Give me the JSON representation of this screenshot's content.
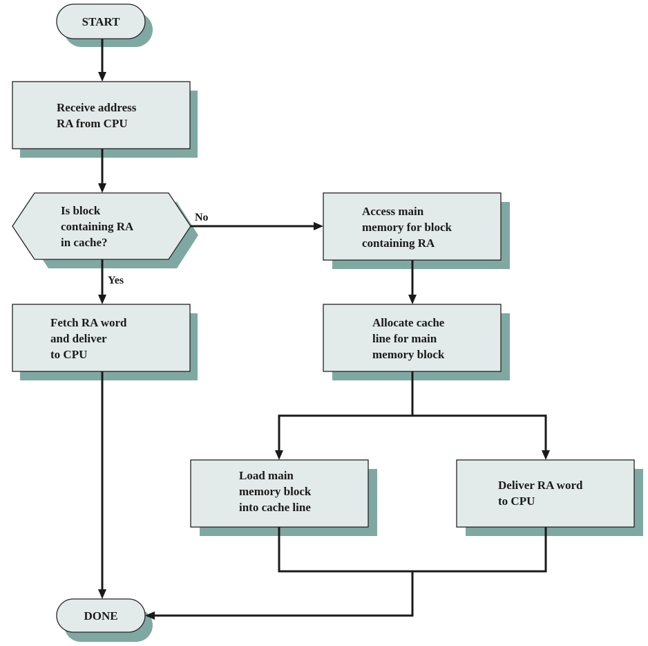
{
  "nodes": {
    "start": {
      "lines": [
        "START"
      ]
    },
    "receive": {
      "lines": [
        "Receive address",
        "RA from CPU"
      ]
    },
    "decision": {
      "lines": [
        "Is block",
        "containing RA",
        "in cache?"
      ]
    },
    "access": {
      "lines": [
        "Access main",
        "memory for block",
        "containing RA"
      ]
    },
    "fetch": {
      "lines": [
        "Fetch RA word",
        "and deliver",
        "to CPU"
      ]
    },
    "allocate": {
      "lines": [
        "Allocate cache",
        "line for main",
        "memory block"
      ]
    },
    "load": {
      "lines": [
        "Load main",
        "memory block",
        "into cache line"
      ]
    },
    "deliver": {
      "lines": [
        "Deliver RA word",
        "to CPU"
      ]
    },
    "done": {
      "lines": [
        "DONE"
      ]
    }
  },
  "edges": {
    "no_label": "No",
    "yes_label": "Yes"
  },
  "colors": {
    "box_fill": "#e2ebe9",
    "shadow": "#7fa8a3",
    "line": "#1a1a1a"
  }
}
